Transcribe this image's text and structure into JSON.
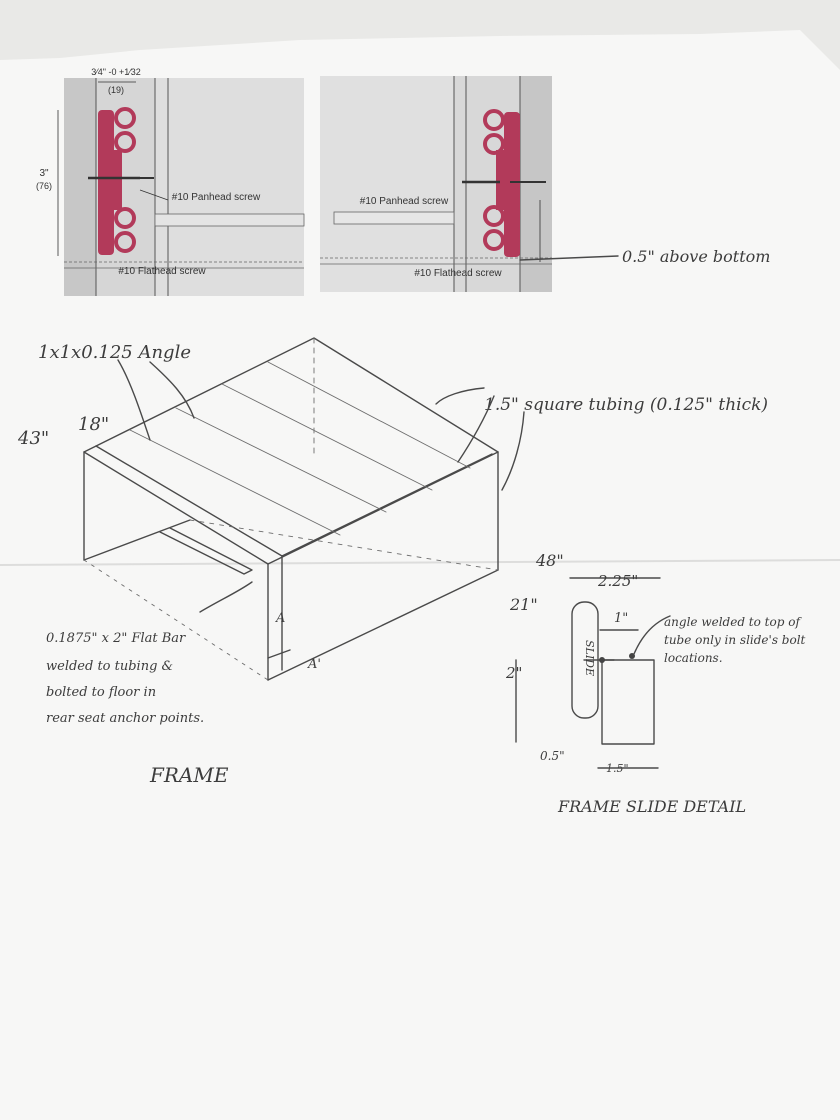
{
  "printout_left": {
    "dim_width_label": "3⁄4\" -0 +1⁄32",
    "dim_width_mm": "(19)",
    "dim_height_label": "3\"",
    "dim_height_mm": "(76)",
    "panhead_label": "#10 Panhead screw",
    "flathead_label": "#10 Flathead screw"
  },
  "printout_right": {
    "panhead_label": "#10 Panhead screw",
    "flathead_label": "#10 Flathead screw"
  },
  "note_above_bottom": "0.5\" above bottom",
  "frame": {
    "angle_label": "1x1x0.125 Angle",
    "tubing_label": "1.5\" square tubing (0.125\" thick)",
    "dim_length": "43\"",
    "dim_depth": "18\"",
    "dim_height": "21\"",
    "dim_width": "48\"",
    "section_mark_1": "A",
    "section_mark_2": "A'",
    "flatbar_note": [
      "0.1875\" x 2\" Flat Bar",
      "welded to tubing &",
      "bolted to floor in",
      "rear seat anchor points."
    ],
    "title": "FRAME"
  },
  "slide_detail": {
    "dim_top": "2.25\"",
    "dim_gap": "1\"",
    "dim_side": "2\"",
    "dim_bottom": "0.5\"",
    "dim_tube": "1.5\"",
    "slide_text": "SLIDE",
    "note": [
      "angle welded to top of",
      "tube only in slide's bolt",
      "locations."
    ],
    "title": "FRAME SLIDE DETAIL"
  },
  "colors": {
    "paper": "#f7f7f6",
    "pencil": "#444444",
    "slide_red": "#b23a5a",
    "printout_gray": "#d4d4d4"
  }
}
